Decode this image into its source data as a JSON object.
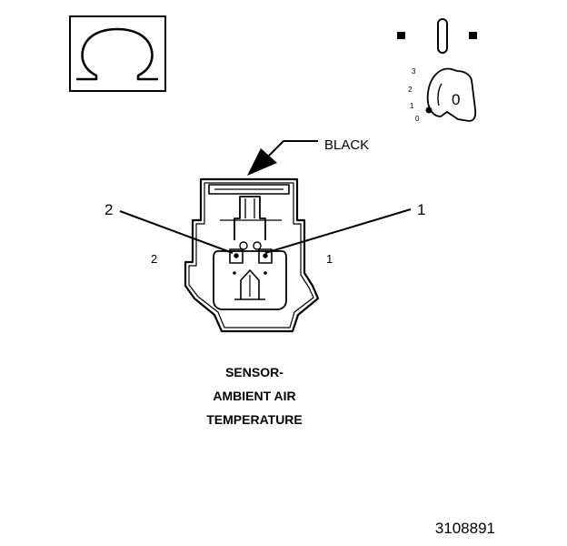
{
  "connector_color_label": "BLACK",
  "callouts": {
    "left": "2",
    "right": "1"
  },
  "cavity_numbers": {
    "left": "2",
    "right": "1"
  },
  "ignition_switch": {
    "positions": [
      "3",
      "2",
      "1",
      "0"
    ],
    "key_label": "0"
  },
  "title_lines": [
    "SENSOR-",
    "AMBIENT AIR",
    "TEMPERATURE"
  ],
  "figure_id": "3108891"
}
